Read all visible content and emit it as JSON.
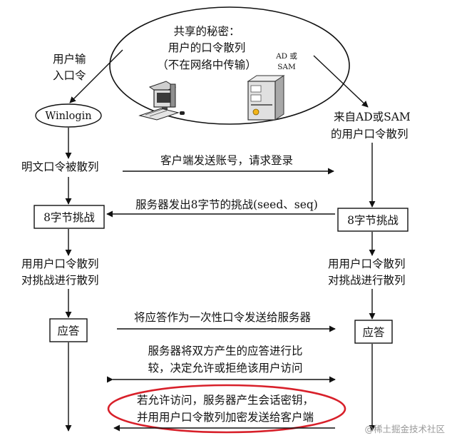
{
  "secret": {
    "line1": "共享的秘密：",
    "line2": "用户的口令散列",
    "line3": "（不在网络中传输）"
  },
  "server_label": {
    "line1": "AD 或",
    "line2": "SAM"
  },
  "client": {
    "input_line1": "用户输",
    "input_line2": "入口令",
    "winlogin": "Winlogin",
    "hash_step": "明文口令被散列",
    "challenge_box": "8字节挑战",
    "respond_line1": "用用户口令散列",
    "respond_line2": "对挑战进行散列",
    "answer_box": "应答"
  },
  "server": {
    "source_line1": "来自AD或SAM",
    "source_line2": "的用户口令散列",
    "challenge_box": "8字节挑战",
    "respond_line1": "用用户口令散列",
    "respond_line2": "对挑战进行散列",
    "answer_box": "应答"
  },
  "messages": {
    "login": "客户端发送账号，请求登录",
    "challenge": "服务器发出8字节的挑战(seed、seq)",
    "send_answer": "将应答作为一次性口令发送给服务器",
    "compare_line1": "服务器将双方产生的应答进行比",
    "compare_line2": "较，决定允许或拒绝该用户访问",
    "session_line1": "若允许访问，服务器产生会话密钥，",
    "session_line2": "并用用户口令散列加密发送给客户端"
  },
  "watermark": "@稀土掘金技术社区",
  "colors": {
    "highlight": "#d8202a",
    "line": "#111111"
  },
  "icons": {
    "client": "desktop-computer-icon",
    "server": "server-tower-icon"
  }
}
